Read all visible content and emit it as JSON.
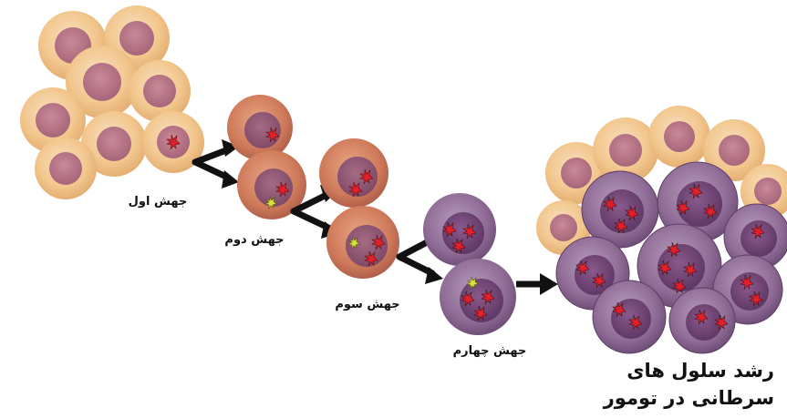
{
  "labels": {
    "mutation_1": "جهش اول",
    "mutation_2": "جهش دوم",
    "mutation_3": "جهش سوم",
    "mutation_4": "جهش چهارم",
    "title_line_1": "رشد سلول های",
    "title_line_2": "سرطانی در تومور"
  },
  "colors": {
    "normal_cell": "#f3c98d",
    "mutated_cell": "#d07a5a",
    "cancer_cell": "#8f6c96",
    "mutation_marker": "#e0202a",
    "new_mutation_marker": "#d8e23a",
    "arrow": "#111111"
  }
}
